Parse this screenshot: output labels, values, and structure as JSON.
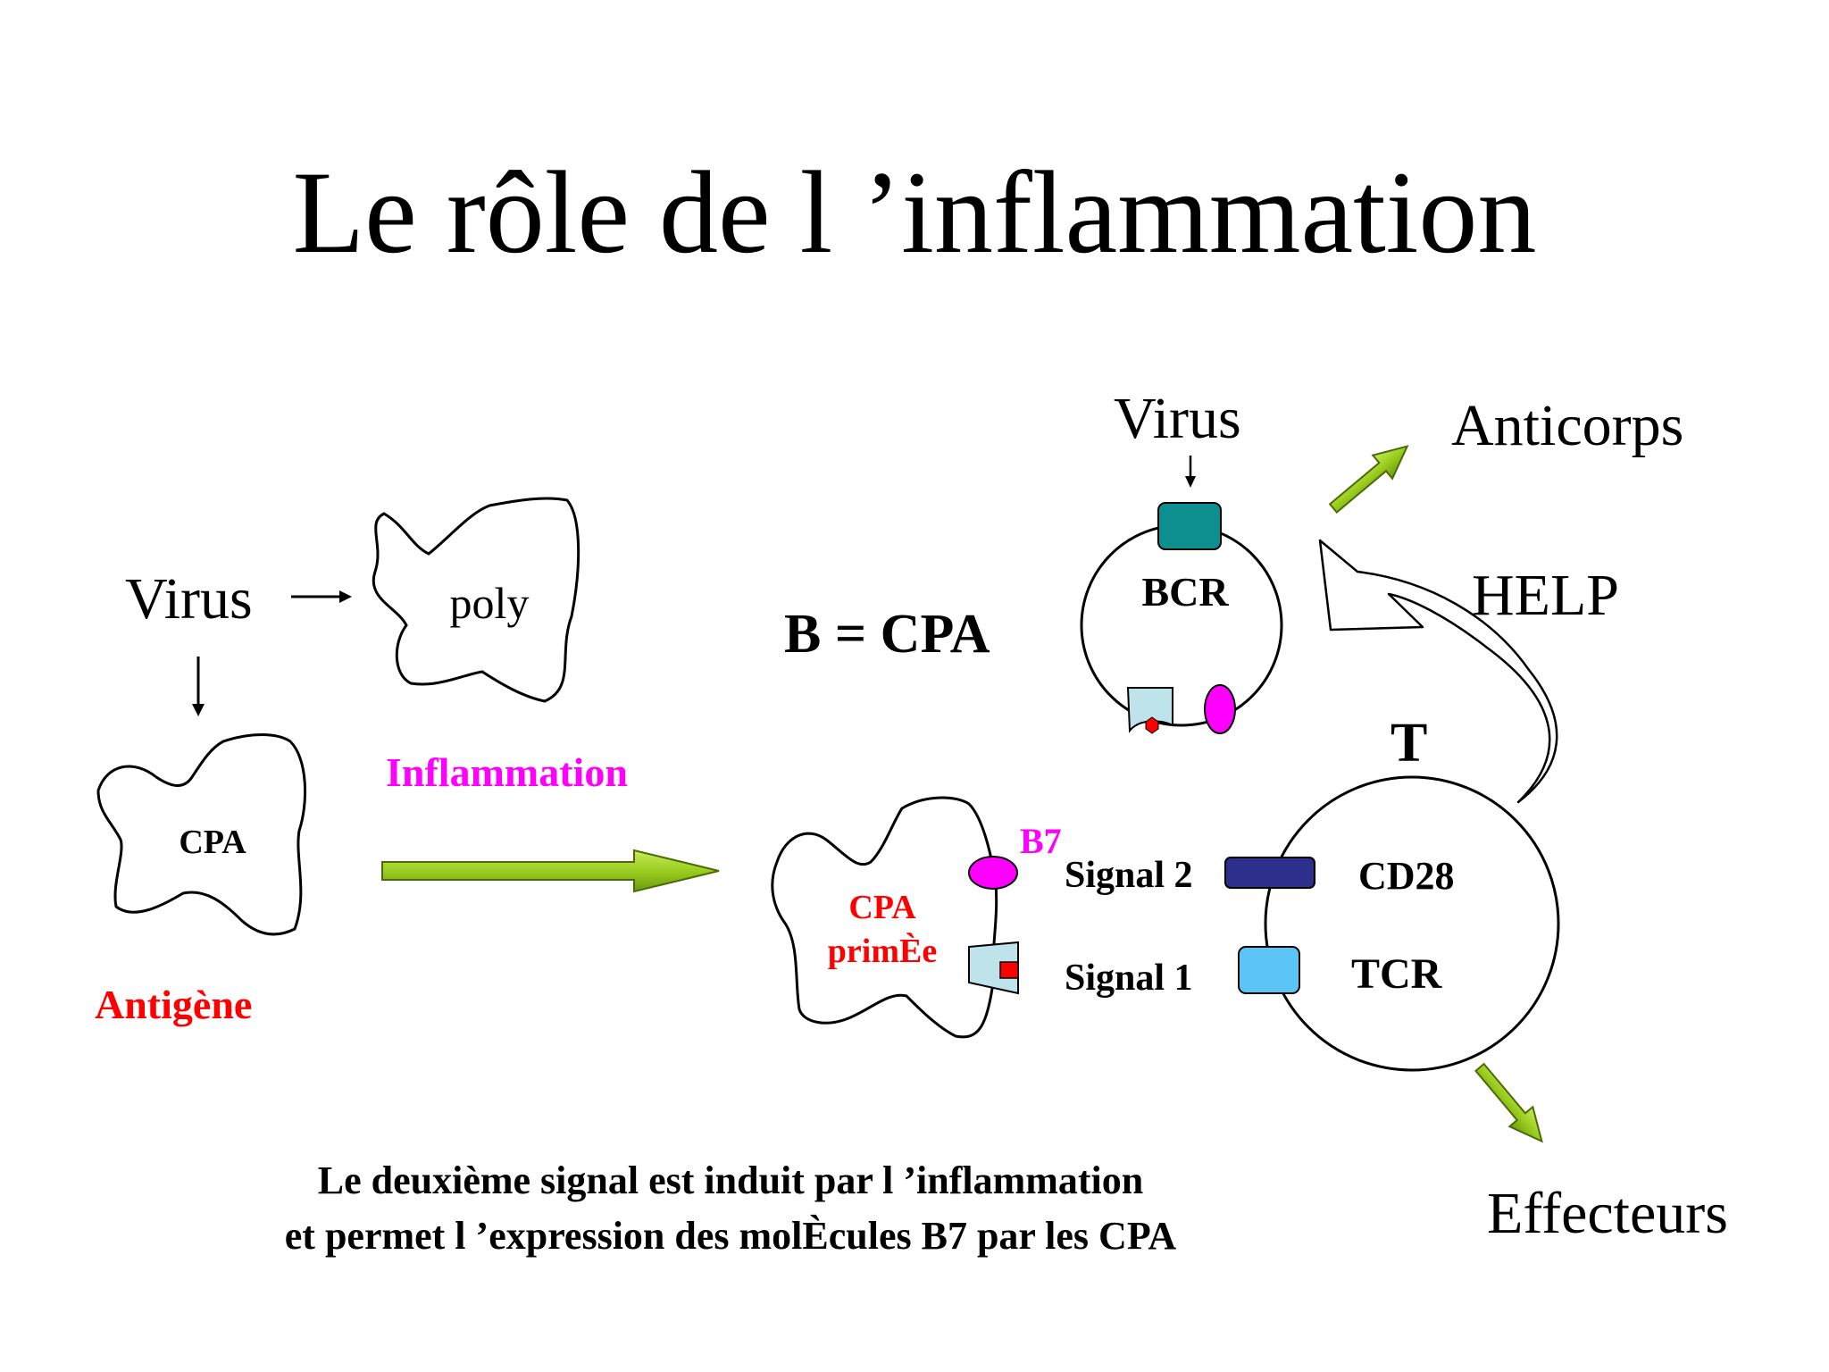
{
  "title": "Le rôle de l ’inflammation",
  "left": {
    "virus": "Virus",
    "poly": "poly",
    "cpa": "CPA",
    "antigene": "Antigène",
    "inflammation": "Inflammation"
  },
  "center": {
    "b_eq_cpa": "B = CPA",
    "cpa_primed_line1": "CPA",
    "cpa_primed_line2": "primÈe",
    "b7": "B7",
    "signal2": "Signal 2",
    "signal1": "Signal 1"
  },
  "bcell": {
    "virus": "Virus",
    "bcr": "BCR"
  },
  "tcell": {
    "t": "T",
    "cd28": "CD28",
    "tcr": "TCR"
  },
  "outputs": {
    "anticorps": "Anticorps",
    "help": "HELP",
    "effecteurs": "Effecteurs"
  },
  "caption": {
    "line1": "Le deuxième signal est induit par l ’inflammation",
    "line2": "et permet l ’expression des molÈcules B7 par les CPA"
  },
  "colors": {
    "arrow_green": "#9ACD1E",
    "magenta": "#FF00FF",
    "red": "#FF0000",
    "bcr_teal": "#0E8F8F",
    "cd28_navy": "#2E2E8C",
    "tcr_lightblue": "#5CC3F5",
    "receptor_pale": "#BFE3EA"
  }
}
